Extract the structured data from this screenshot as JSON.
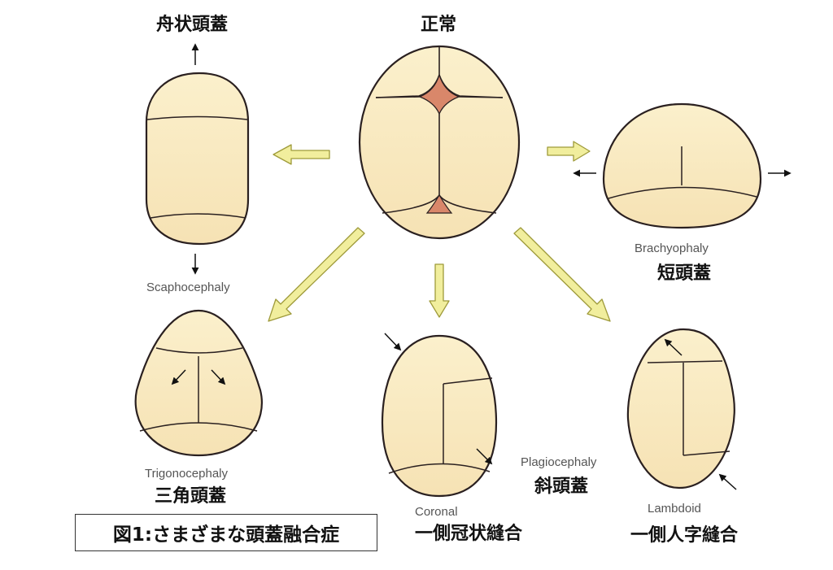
{
  "colors": {
    "skull_fill": "#fbefc6",
    "skull_stroke": "#2a2020",
    "fontanelle": "#d9876a",
    "arrow_yellow": "#f1ee9d",
    "arrow_yellow_stroke": "#9e9a3a"
  },
  "labels": {
    "normal_jp": "正常",
    "scaphocephaly_jp": "舟状頭蓋",
    "scaphocephaly_en": "Scaphocephaly",
    "brachyphaly_en": "Brachyophaly",
    "brachyphaly_jp": "短頭蓋",
    "trigonocephaly_en": "Trigonocephaly",
    "trigonocephaly_jp": "三角頭蓋",
    "coronal_en": "Coronal",
    "coronal_jp": "一側冠状縫合",
    "plagiocephaly_en": "Plagiocephaly",
    "plagiocephaly_jp": "斜頭蓋",
    "lambdoid_en": "Lambdoid",
    "lambdoid_jp": "一側人字縫合"
  },
  "figure_title": "図1:さまざまな頭蓋融合症"
}
